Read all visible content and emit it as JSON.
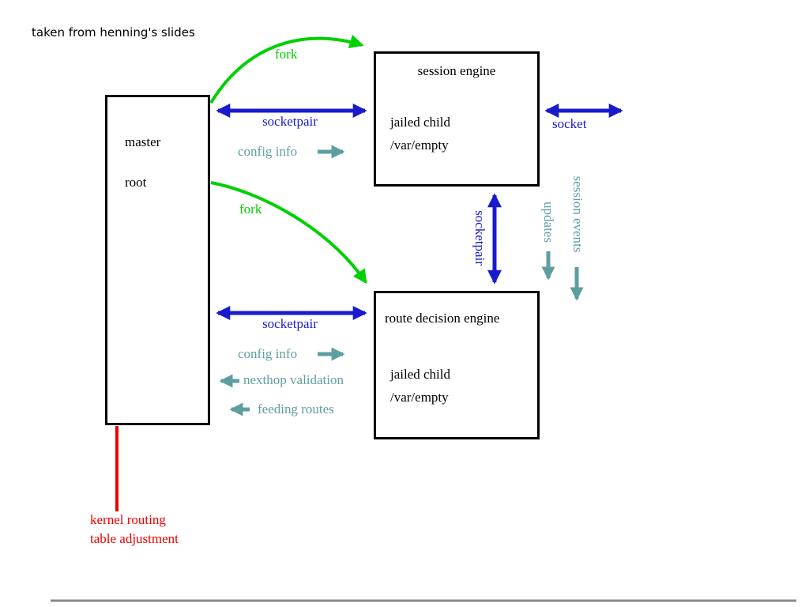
{
  "title": "taken from henning's slides",
  "colors": {
    "arrow_blue": "#1a1acd",
    "arrow_green": "#00d000",
    "arrow_teal": "#5f9ea0",
    "line_red": "#ee0000",
    "box_border": "#000000",
    "footer_divider": "#8a8a8a",
    "background": "#ffffff"
  },
  "boxes": {
    "master": {
      "line1": "master",
      "line2": "root"
    },
    "session_engine": {
      "title": "session engine",
      "line1": "jailed child",
      "line2": "/var/empty"
    },
    "route_engine": {
      "title": "route decision engine",
      "line1": "jailed child",
      "line2": "/var/empty"
    }
  },
  "arrows": {
    "fork_top": "fork",
    "fork_bottom": "fork",
    "socketpair_master_session": "socketpair",
    "socketpair_master_route": "socketpair",
    "socketpair_session_route": "socketpair",
    "socket": "socket",
    "config_info_session": "config info",
    "config_info_route": "config info",
    "nexthop_validation": "nexthop validation",
    "feeding_routes": "feeding routes",
    "updates": "updates",
    "session_events": "session events"
  },
  "kernel_note": {
    "line1": "kernel routing",
    "line2": "table adjustment"
  }
}
